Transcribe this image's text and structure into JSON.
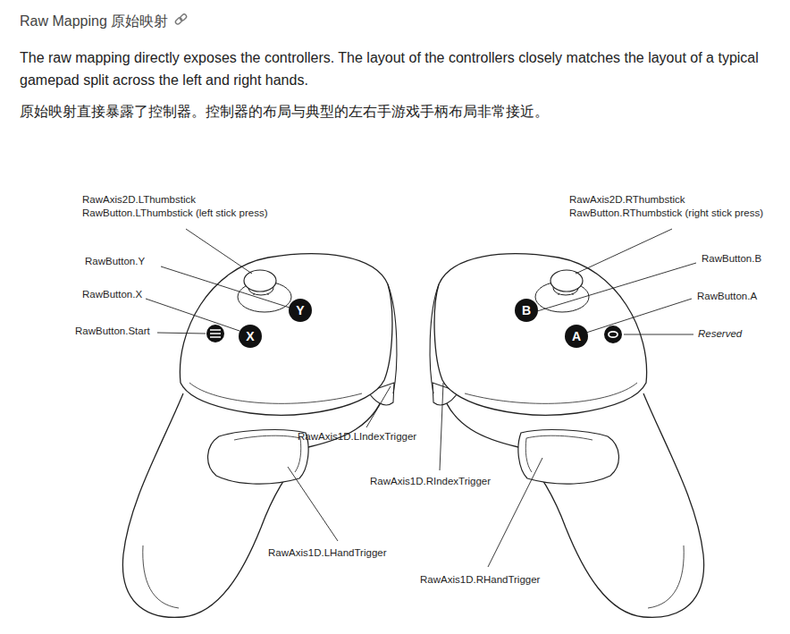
{
  "diagram": {
    "title": "Raw Mapping 原始映射",
    "labels": [
      "The raw mapping directly exposes the controllers. The layout of the controllers closely matches the layout of a typical gamepad split across the left and right hands.",
      "原始映射直接暴露了控制器。控制器的布局与典型的左右手游戏手柄布局非常接近。",
      "RawAxis2D.LThumbstick",
      "RawButton.LThumbstick (left stick press)",
      "RawButton.Y",
      "RawButton.X",
      "RawButton.Start",
      "Y",
      "X",
      "RawAxis1D.LIndexTrigger",
      "RawAxis1D.LHandTrigger",
      "RawAxis2D.RThumbstick",
      "RawButton.RThumbstick (right stick press)",
      "RawButton.B",
      "B",
      "RawButton.A",
      "A",
      "Reserved",
      "RawAxis1D.RIndexTrigger",
      "RawAxis1D.RHandTrigger"
    ]
  }
}
